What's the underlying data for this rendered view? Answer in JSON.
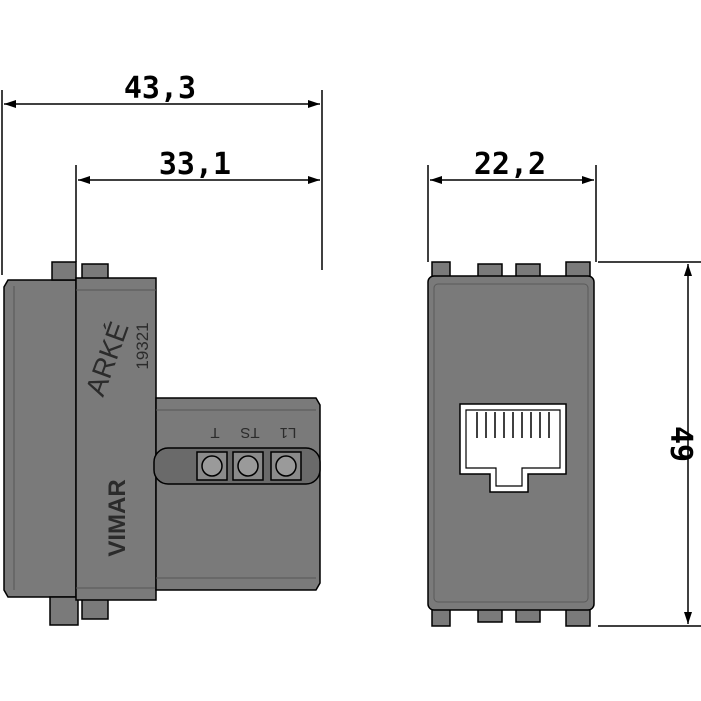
{
  "dimensions": {
    "overall_depth": "43,3",
    "body_depth": "33,1",
    "width": "22,2",
    "height": "49"
  },
  "side_view": {
    "brand_series": "ARKÉ",
    "part_code": "19321",
    "brand": "VIMAR",
    "terminal_labels": [
      "L1",
      "TS",
      "T"
    ]
  },
  "colors": {
    "body": "#7a7a7a",
    "body_dark": "#5f5f5f",
    "outline": "#000000",
    "port": "#ffffff"
  }
}
